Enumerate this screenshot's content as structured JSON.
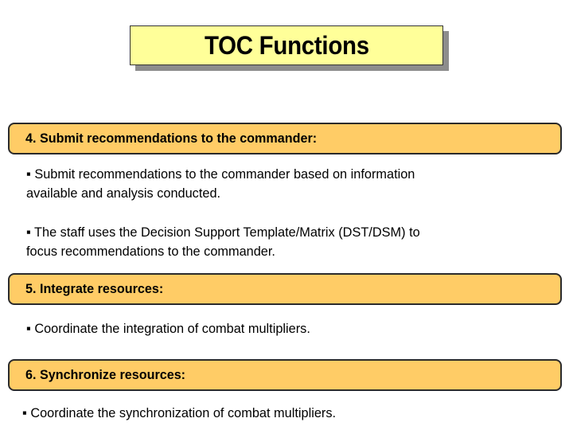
{
  "slide": {
    "title": "TOC Functions",
    "colors": {
      "title_fill": "#ffff99",
      "section_fill": "#ffcc66",
      "shadow": "#8c8c8c"
    },
    "sections": [
      {
        "heading": "4.  Submit recommendations to the commander:",
        "bullets": [
          "▪ Submit recommendations to the commander based on information\navailable and analysis conducted.",
          "▪ The staff uses the Decision Support Template/Matrix (DST/DSM) to\nfocus recommendations to the commander."
        ]
      },
      {
        "heading": "5.  Integrate resources:",
        "bullets": [
          "▪ Coordinate the integration of combat multipliers."
        ]
      },
      {
        "heading": "6.  Synchronize resources:",
        "bullets": [
          "▪ Coordinate the synchronization of combat multipliers."
        ]
      }
    ]
  }
}
